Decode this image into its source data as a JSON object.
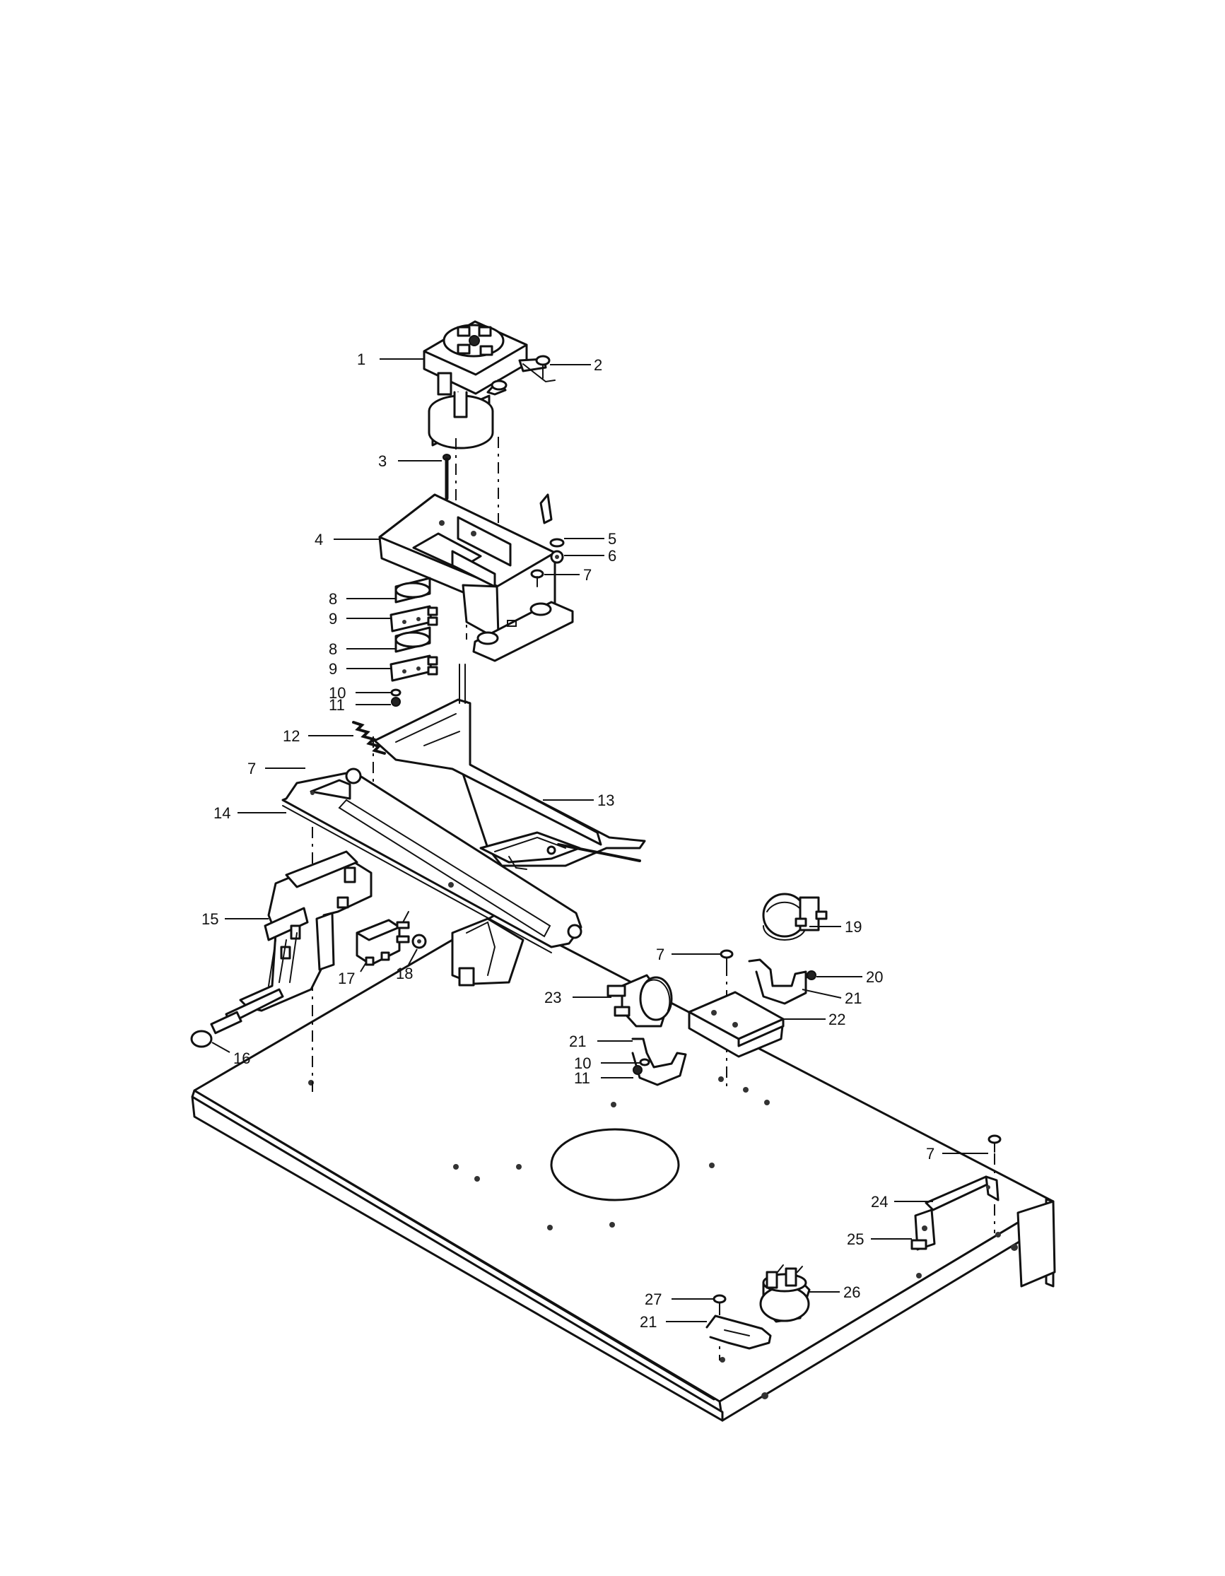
{
  "callouts": {
    "c1": "1",
    "c2": "2",
    "c3": "3",
    "c4": "4",
    "c5": "5",
    "c6": "6",
    "c7a": "7",
    "c7b": "7",
    "c7c": "7",
    "c7d": "7",
    "c8a": "8",
    "c9a": "9",
    "c8b": "8",
    "c9b": "9",
    "c10a": "10",
    "c11a": "11",
    "c12": "12",
    "c13": "13",
    "c14": "14",
    "c15": "15",
    "c16": "16",
    "c17": "17",
    "c18": "18",
    "c19": "19",
    "c20": "20",
    "c21a": "21",
    "c21b": "21",
    "c21c": "21",
    "c22": "22",
    "c23": "23",
    "c10b": "10",
    "c11b": "11",
    "c24": "24",
    "c25": "25",
    "c26": "26",
    "c27": "27"
  },
  "icons": {
    "motor": "synchronous-motor",
    "bracket": "motor-bracket",
    "switch": "microswitch",
    "thermostat": "thermal-cutout",
    "latch": "door-latch-lever"
  }
}
